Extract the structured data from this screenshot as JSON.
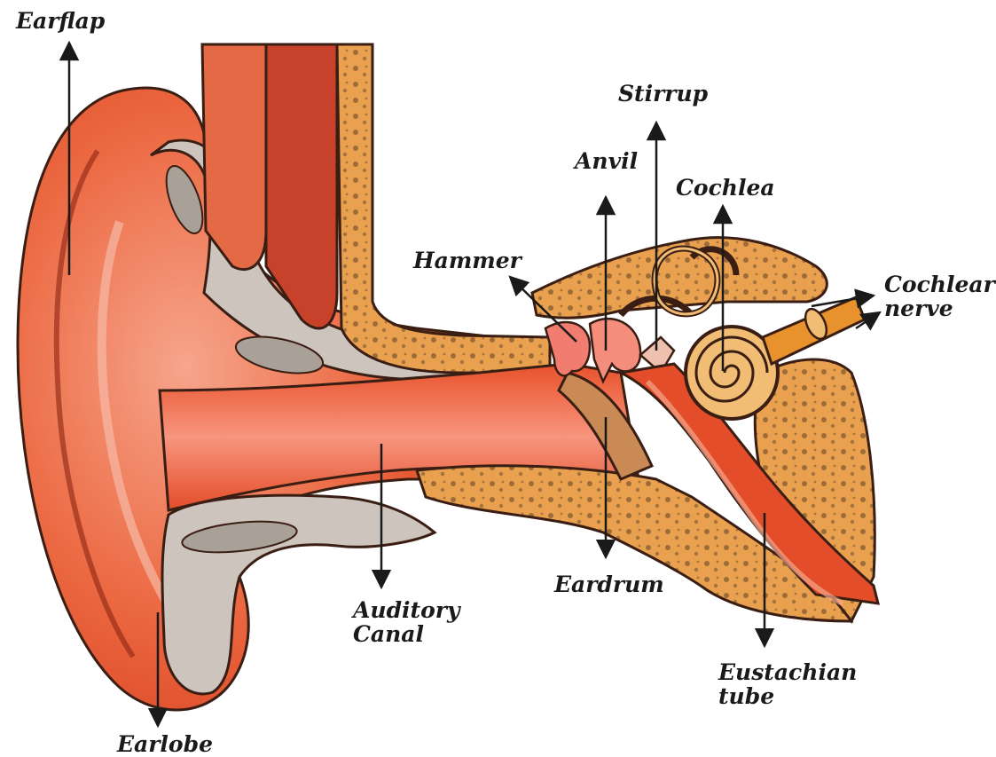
{
  "labels": {
    "earflap": "Earflap",
    "stirrup": "Stirrup",
    "anvil": "Anvil",
    "cochlea": "Cochlea",
    "hammer": "Hammer",
    "cochlear_nerve_1": "Cochlear",
    "cochlear_nerve_2": "nerve",
    "auditory_canal_1": "Auditory",
    "auditory_canal_2": "Canal",
    "eardrum": "Eardrum",
    "eustachian_tube_1": "Eustachian",
    "eustachian_tube_2": "tube",
    "earlobe": "Earlobe"
  },
  "colors": {
    "skin_red": "#e8512a",
    "skin_light": "#f6a58c",
    "bone_orange": "#e89a45",
    "bone_light": "#f1bd74",
    "cartilage_grey": "#cdc4bd",
    "canal_pink": "#f07d70",
    "outline": "#3a1e14",
    "arrow": "#1a1a1a"
  }
}
